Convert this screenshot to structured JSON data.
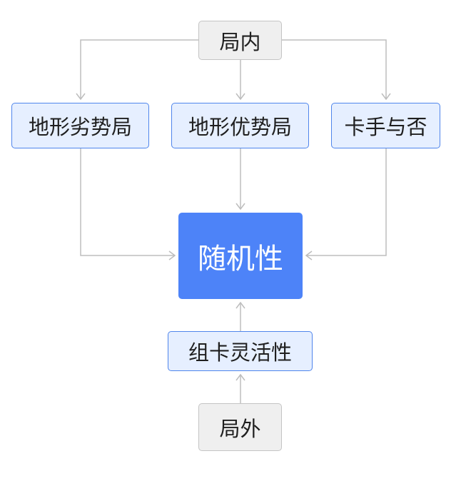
{
  "nodes": {
    "in_game": "局内",
    "terrain_disadvantage": "地形劣势局",
    "terrain_advantage": "地形优势局",
    "card_jam": "卡手与否",
    "randomness": "随机性",
    "deck_flexibility": "组卡灵活性",
    "out_game": "局外"
  },
  "colors": {
    "connector": "#bdbdbd",
    "center_fill": "#4d83f8",
    "blue_node_fill": "#e6efff",
    "blue_node_border": "#4f85ec",
    "gray_node_fill": "#efefef",
    "gray_node_border": "#c4c4c4"
  }
}
